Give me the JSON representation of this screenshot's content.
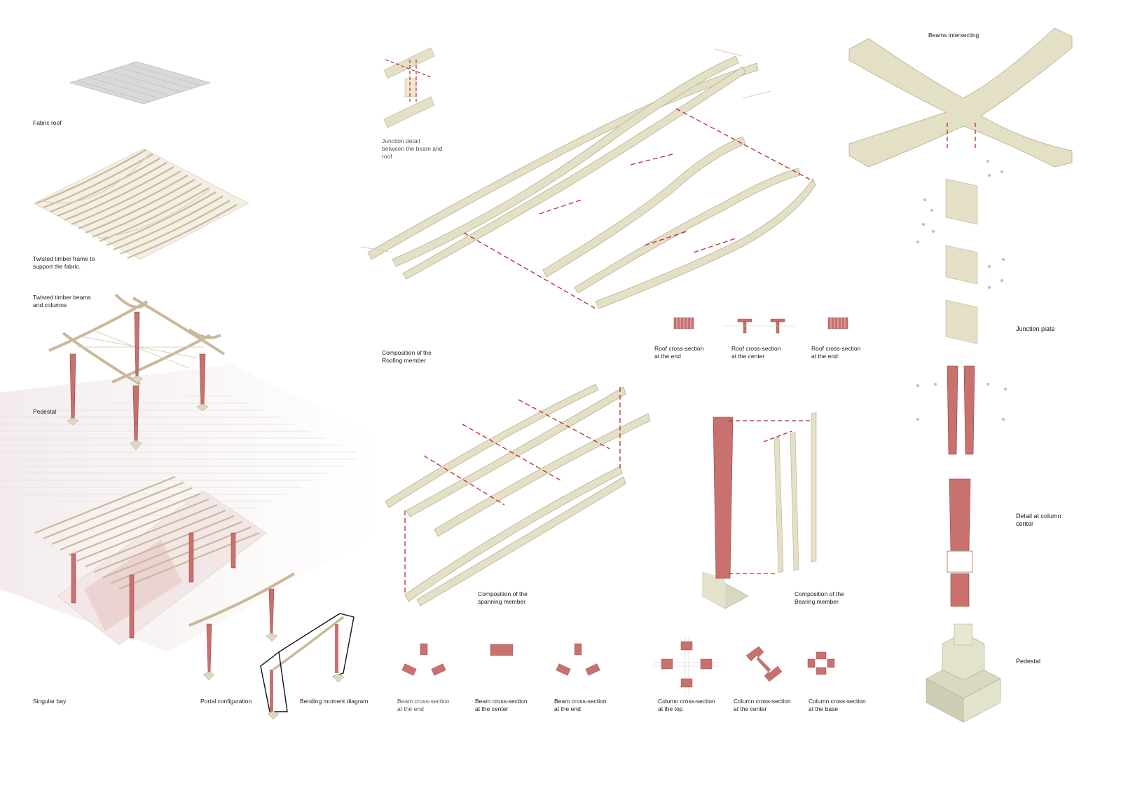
{
  "labels": {
    "fabric_roof": "Fabric roof",
    "twisted_frame": "Twisted timber frame to\nsupport the fabric.",
    "beams_columns": "Twisted timber beams\nand columns",
    "pedestal_left": "Pedestal",
    "singular_bay": "Singular bay",
    "portal_configuration": "Portal configuration",
    "bending_moment": "Bending moment diagram",
    "junction_detail": "Junction detail\nbetween the beam and\nroof",
    "composition_roofing": "Composition of the\nRoofing member",
    "roof_cs_end_1": "Roof cross-section\nat the end",
    "roof_cs_center": "Roof cross-section\nat the center",
    "roof_cs_end_2": "Roof cross-section\nat the end",
    "composition_spanning": "Composition of the\nspanning member",
    "composition_bearing": "Composition of the\nBearing member",
    "beam_cs_end_1": "Beam cross-section\nat the end",
    "beam_cs_center": "Beam cross-section\nat the center",
    "beam_cs_end_2": "Beam cross-section\nat the end",
    "column_cs_top": "Column cross-section\nat the top",
    "column_cs_center": "Column cross-section\nat the center",
    "column_cs_base": "Column cross-section\nat the base",
    "beams_intersecting": "Beams intersecting",
    "junction_plate": "Junction plate",
    "detail_column_center": "Detail at column\ncenter",
    "pedestal_right": "Pedestal"
  },
  "colors": {
    "timber": "#e4e0c6",
    "timber_edge": "#b5b08f",
    "column": "#c9716e",
    "column_edge": "#8e3f3c",
    "concrete": "#d9d8c0",
    "dashed": "#c0282d",
    "fabric": "#d8d8d8"
  }
}
